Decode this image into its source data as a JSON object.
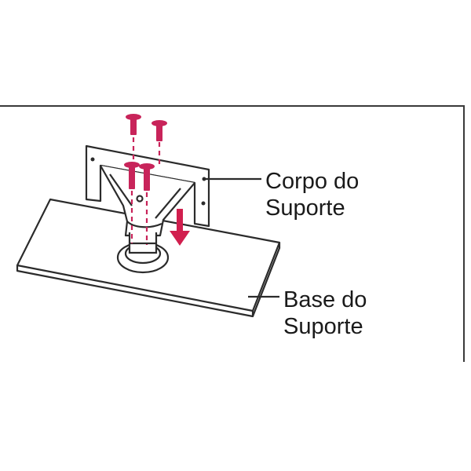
{
  "labels": {
    "stand_body_line1": "Corpo do",
    "stand_body_line2": "Suporte",
    "stand_base_line1": "Base do",
    "stand_base_line2": "Suporte"
  },
  "colors": {
    "outline": "#2b2b2b",
    "screw": "#c8245a",
    "arrow": "#d11f4e",
    "frame": "#3a3a3a"
  },
  "icons": {
    "screw": "screw-icon",
    "arrow": "down-arrow-icon"
  }
}
